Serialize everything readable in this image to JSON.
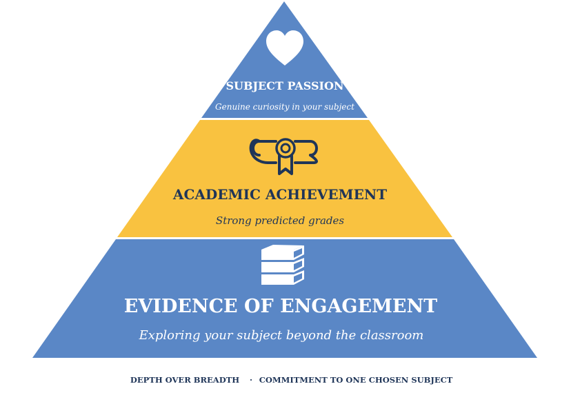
{
  "pyramid": {
    "top": {
      "title": "SUBJECT PASSION",
      "subtitle": "Genuine curiosity in your subject",
      "color": "#5a87c6",
      "icon": "heart-icon"
    },
    "middle": {
      "title": "ACADEMIC ACHIEVEMENT",
      "subtitle": "Strong predicted grades",
      "color": "#f9c240",
      "icon": "diploma-scroll-icon"
    },
    "bottom": {
      "title": "EVIDENCE OF ENGAGEMENT",
      "subtitle": "Exploring your subject beyond the classroom",
      "color": "#5a87c6",
      "icon": "book-stack-icon"
    }
  },
  "footer": {
    "left": "DEPTH OVER BREADTH",
    "separator": "·",
    "right": "COMMITMENT TO ONE CHOSEN SUBJECT"
  },
  "colors": {
    "dark_navy": "#1f3558",
    "white": "#ffffff"
  }
}
